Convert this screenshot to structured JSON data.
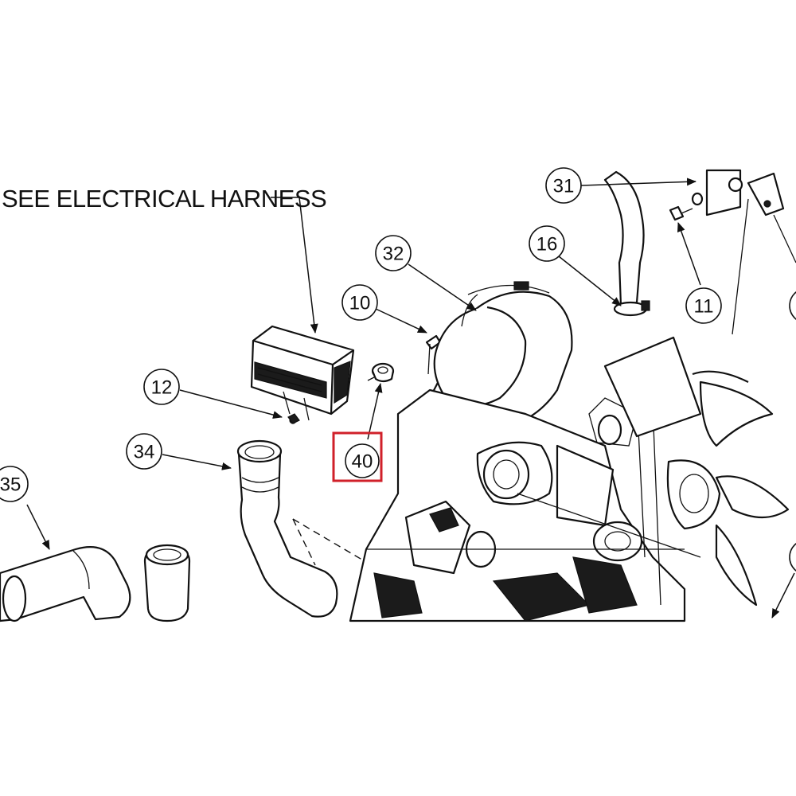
{
  "note": {
    "text": "SEE ELECTRICAL HARNESS"
  },
  "callouts": [
    {
      "id": "31",
      "label": "31"
    },
    {
      "id": "16",
      "label": "16"
    },
    {
      "id": "32",
      "label": "32"
    },
    {
      "id": "10",
      "label": "10"
    },
    {
      "id": "11",
      "label": "11"
    },
    {
      "id": "12",
      "label": "12"
    },
    {
      "id": "34",
      "label": "34"
    },
    {
      "id": "35",
      "label": "35"
    },
    {
      "id": "40",
      "label": "40"
    }
  ],
  "highlight": {
    "callout": "40",
    "color": "#d0202a"
  },
  "colors": {
    "line": "#111111",
    "background": "#ffffff"
  }
}
